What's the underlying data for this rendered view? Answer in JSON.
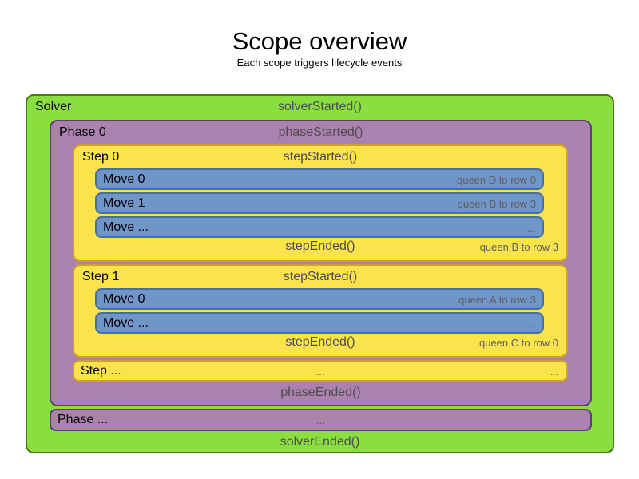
{
  "title": "Scope overview",
  "subtitle": "Each scope triggers lifecycle events",
  "colors": {
    "solver-fill": "#8BDE3F",
    "solver-border": "#4C7A16",
    "phase-fill": "#AB81AD",
    "phase-border": "#5B3D6E",
    "step-fill": "#FBE44B",
    "step-border": "#CFA02A",
    "move-fill": "#7095C7",
    "move-border": "#45709F",
    "event-text": "#4D4D4D",
    "note-text": "#5E5E5E"
  },
  "solver": {
    "label": "Solver",
    "started_event": "solverStarted()",
    "ended_event": "solverEnded()"
  },
  "phase0": {
    "label": "Phase 0",
    "started_event": "phaseStarted()",
    "ended_event": "phaseEnded()"
  },
  "phase_more": {
    "label": "Phase ...",
    "center_text": "..."
  },
  "step0": {
    "label": "Step 0",
    "started_event": "stepStarted()",
    "ended_event": "stepEnded()",
    "ended_note": "queen B to row 3",
    "moves": [
      {
        "label": "Move 0",
        "note": "queen D to row 0"
      },
      {
        "label": "Move 1",
        "note": "queen B to row 3"
      },
      {
        "label": "Move ...",
        "note": "..."
      }
    ]
  },
  "step1": {
    "label": "Step 1",
    "started_event": "stepStarted()",
    "ended_event": "stepEnded()",
    "ended_note": "queen C to row 0",
    "moves": [
      {
        "label": "Move 0",
        "note": "queen A to row 3"
      },
      {
        "label": "Move ...",
        "note": "..."
      }
    ]
  },
  "step_more": {
    "label": "Step ...",
    "center_text": "...",
    "right_text": "..."
  }
}
